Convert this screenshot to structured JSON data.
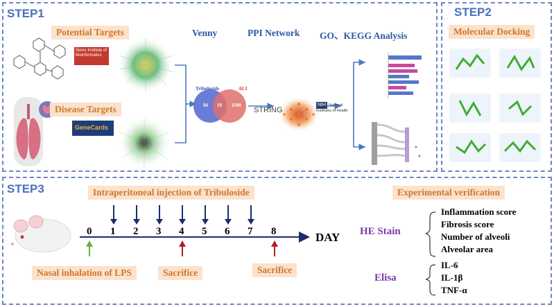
{
  "step1": {
    "title": "STEP1",
    "potential_targets": "Potential Targets",
    "disease_targets": "Disease Targets",
    "venny": "Venny",
    "ppi_network": "PPI Network",
    "go_kegg": "GO、KEGG Analysis",
    "venn_left": "Tribuloside",
    "venn_right": "ALI",
    "venn_left_count": "94",
    "venn_mid_count": "19",
    "venn_right_count": "1100",
    "string_logo": "STRING",
    "nih_logo": "National Institutes of Health",
    "sib_logo": "Swiss Institute of Bioinformatics",
    "genecards_logo": "GeneCards"
  },
  "step2": {
    "title": "STEP2",
    "docking": "Molecular Docking"
  },
  "step3": {
    "title": "STEP3",
    "injection": "Intraperitoneal injection of  Tribuloside",
    "days": [
      "0",
      "1",
      "2",
      "3",
      "4",
      "5",
      "6",
      "7",
      "8"
    ],
    "day_label": "DAY",
    "nasal": "Nasal inhalation of LPS",
    "sacrifice1": "Sacrifice",
    "sacrifice2": "Sacrifice",
    "experimental": "Experimental verification",
    "he_stain": "HE Stain",
    "he_items": [
      "Inflammation score",
      "Fibrosis score",
      "Number of alveoli",
      "Alveolar area"
    ],
    "elisa": "Elisa",
    "elisa_items": [
      "IL-6",
      "IL-1β",
      "TNF-α"
    ]
  },
  "colors": {
    "panel_border": "#6b86c6",
    "title_blue": "#4a6fbd",
    "orange_text": "#d2762d",
    "orange_bg": "#fbe2cc",
    "purple": "#7a3aa8",
    "arrow_navy": "#1f2a6b",
    "arrow_red": "#b01e23",
    "arrow_green": "#6cb043"
  }
}
